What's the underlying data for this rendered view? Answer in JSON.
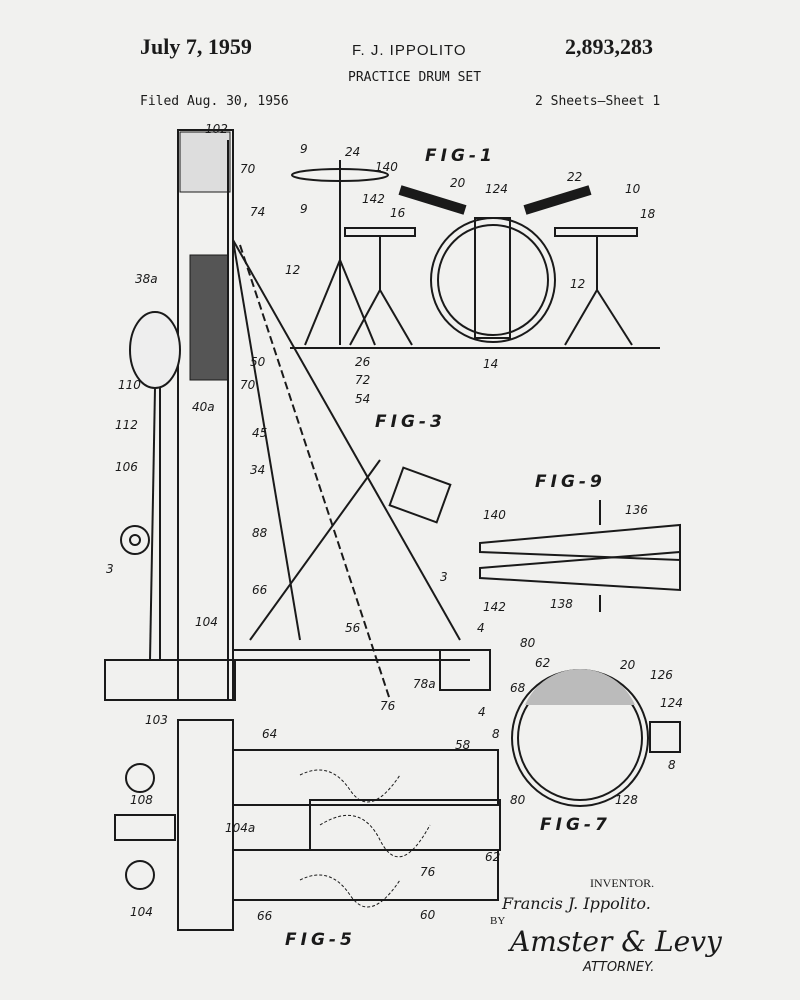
{
  "header": {
    "date": "July 7, 1959",
    "inventor_short": "F. J. IPPOLITO",
    "patent_number": "2,893,283",
    "title": "PRACTICE DRUM SET",
    "filed": "Filed Aug. 30, 1956",
    "sheet": "2 Sheets—Sheet 1"
  },
  "figures": [
    "FIG-1",
    "FIG-3",
    "FIG-9",
    "FIG-7",
    "FIG-5"
  ],
  "reference_numerals": [
    "102",
    "70",
    "9",
    "24",
    "140",
    "74",
    "9",
    "20",
    "124",
    "22",
    "10",
    "142",
    "16",
    "18",
    "38a",
    "12",
    "12",
    "50",
    "110",
    "70",
    "26",
    "14",
    "72",
    "54",
    "40a",
    "112",
    "45",
    "34",
    "106",
    "88",
    "3",
    "3",
    "66",
    "104",
    "56",
    "80",
    "62",
    "78a",
    "68",
    "76",
    "4",
    "4",
    "8",
    "103",
    "64",
    "58",
    "108",
    "104a",
    "80",
    "62",
    "76",
    "60",
    "104",
    "66",
    "140",
    "136",
    "142",
    "138",
    "20",
    "126",
    "124",
    "128",
    "8"
  ],
  "footer": {
    "inventor_label": "INVENTOR.",
    "inventor_name": "Francis J. Ippolito.",
    "by": "BY",
    "signature": "Amster & Levy",
    "attorney_label": "ATTORNEY."
  }
}
